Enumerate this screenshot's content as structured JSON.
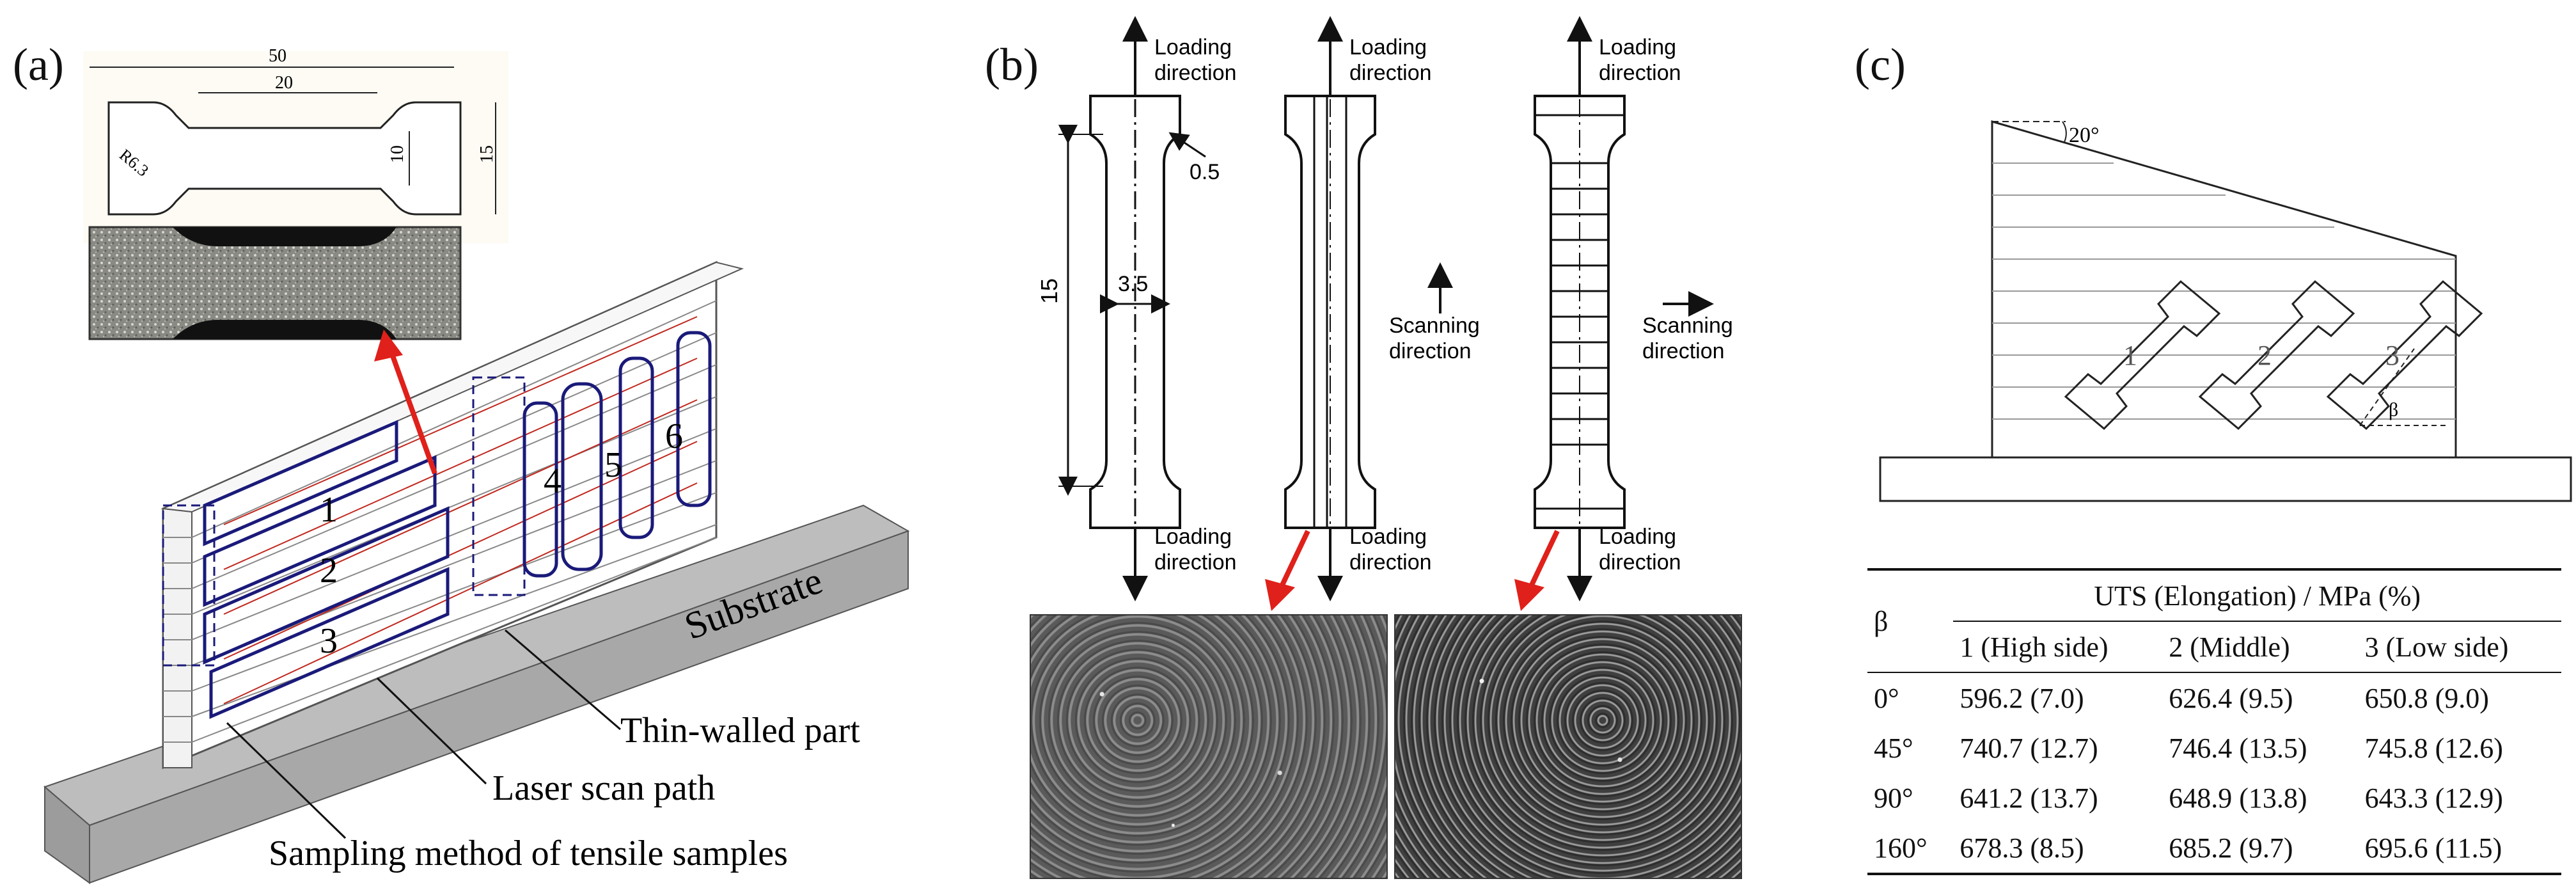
{
  "panel_a": {
    "label": "(a)",
    "drawing": {
      "dim_50": "50",
      "dim_20": "20",
      "dim_10": "10",
      "dim_15": "15",
      "radius": "R6.3"
    },
    "sample_numbers": [
      "1",
      "2",
      "3",
      "4",
      "5",
      "6"
    ],
    "substrate": "Substrate",
    "callouts": {
      "thin_walled": "Thin-walled part",
      "laser_scan": "Laser scan path",
      "sampling": "Sampling method of tensile samples"
    }
  },
  "panel_b": {
    "label": "(b)",
    "loading_direction": [
      "Loading",
      "direction"
    ],
    "scanning_direction": [
      "Scanning",
      "direction"
    ],
    "dims": {
      "d05": "0.5",
      "d35": "3.5",
      "d15": "15"
    }
  },
  "panel_c": {
    "label": "(c)",
    "angle": "20°",
    "beta": "β",
    "samples": [
      "1",
      "2",
      "3"
    ],
    "table": {
      "row_header": "β",
      "group_header": "UTS (Elongation) / MPa (%)",
      "columns": [
        "1 (High side)",
        "2 (Middle)",
        "3 (Low side)"
      ],
      "rows": [
        {
          "beta": "0°",
          "values": [
            "596.2 (7.0)",
            "626.4 (9.5)",
            "650.8 (9.0)"
          ]
        },
        {
          "beta": "45°",
          "values": [
            "740.7 (12.7)",
            "746.4 (13.5)",
            "745.8 (12.6)"
          ]
        },
        {
          "beta": "90°",
          "values": [
            "641.2 (13.7)",
            "648.9 (13.8)",
            "643.3 (12.9)"
          ]
        },
        {
          "beta": "160°",
          "values": [
            "678.3 (8.5)",
            "685.2 (9.7)",
            "695.6 (11.5)"
          ]
        }
      ]
    }
  },
  "colors": {
    "outline_blue": "#1a1a7a",
    "arrow_red": "#e0201a",
    "gray": "#a9a9a9"
  }
}
